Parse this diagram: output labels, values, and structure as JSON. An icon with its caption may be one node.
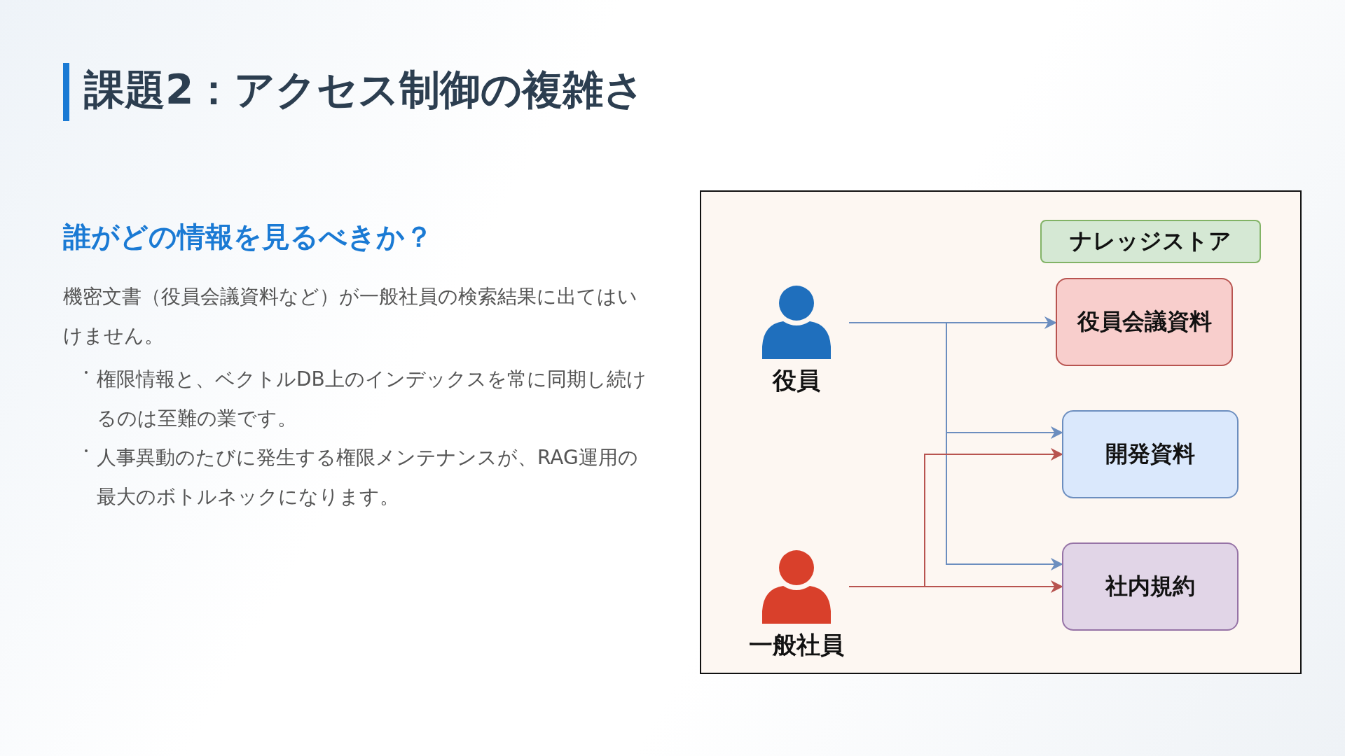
{
  "diagram": {
    "title": "課題2：アクセス制御の複雑さ",
    "nodes": [
      {
        "text": [
          "ナレッジストア"
        ]
      },
      {
        "text": [
          "役員"
        ]
      },
      {
        "text": [
          "役員会議資料"
        ]
      },
      {
        "text": [
          "開発資料"
        ]
      },
      {
        "text": [
          "一般社員"
        ]
      },
      {
        "text": [
          "社内規約"
        ]
      }
    ],
    "edges": [
      {
        "from": 1,
        "to": 2,
        "arrow": "to"
      },
      {
        "from": 1,
        "to": 3,
        "arrow": "to"
      },
      {
        "from": 1,
        "to": 5,
        "arrow": "to"
      },
      {
        "from": 4,
        "to": 3,
        "arrow": "to",
        "color": "#b85450"
      },
      {
        "from": 4,
        "to": 5,
        "arrow": "to",
        "color": "#b85450"
      }
    ],
    "labels": [
      "誰がどの情報を見るべきか？",
      "機密文書（役員会議資料など）が一般社員の検索結果に出てはいけません。",
      "権限情報と、ベクトルDB上のインデックスを常に同期し続けるのは至難の業です。",
      "人事異動のたびに発生する権限メンテナンスが、RAG運用の最大のボトルネックになります。"
    ]
  }
}
